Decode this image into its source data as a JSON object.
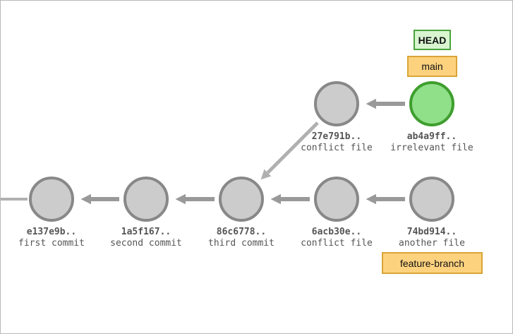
{
  "colors": {
    "node_fill": "#cccccc",
    "node_stroke": "#888888",
    "head_node_fill": "#90df89",
    "head_node_stroke": "#3e9e2e",
    "arrow": "#999999",
    "edge_back": "#b0b0b0",
    "branch_fill": "#fdd27f",
    "head_fill": "#d8f5d0"
  },
  "commits": [
    {
      "id": "e137e9b",
      "hash": "e137e9b..",
      "message": "first commit"
    },
    {
      "id": "1a5f167",
      "hash": "1a5f167..",
      "message": "second commit"
    },
    {
      "id": "86c6778",
      "hash": "86c6778..",
      "message": "third commit"
    },
    {
      "id": "6acb30e",
      "hash": "6acb30e..",
      "message": "conflict file"
    },
    {
      "id": "74bd914",
      "hash": "74bd914..",
      "message": "another file"
    },
    {
      "id": "27e791b",
      "hash": "27e791b..",
      "message": "conflict file"
    },
    {
      "id": "ab4a9ff",
      "hash": "ab4a9ff..",
      "message": "irrelevant file",
      "is_head": true
    }
  ],
  "edges": [
    {
      "from": "1a5f167",
      "to": "e137e9b"
    },
    {
      "from": "86c6778",
      "to": "1a5f167"
    },
    {
      "from": "6acb30e",
      "to": "86c6778"
    },
    {
      "from": "74bd914",
      "to": "6acb30e"
    },
    {
      "from": "27e791b",
      "to": "86c6778"
    },
    {
      "from": "ab4a9ff",
      "to": "27e791b"
    }
  ],
  "refs": {
    "head": "HEAD",
    "main_branch": "main",
    "feature_branch": "feature-branch"
  }
}
